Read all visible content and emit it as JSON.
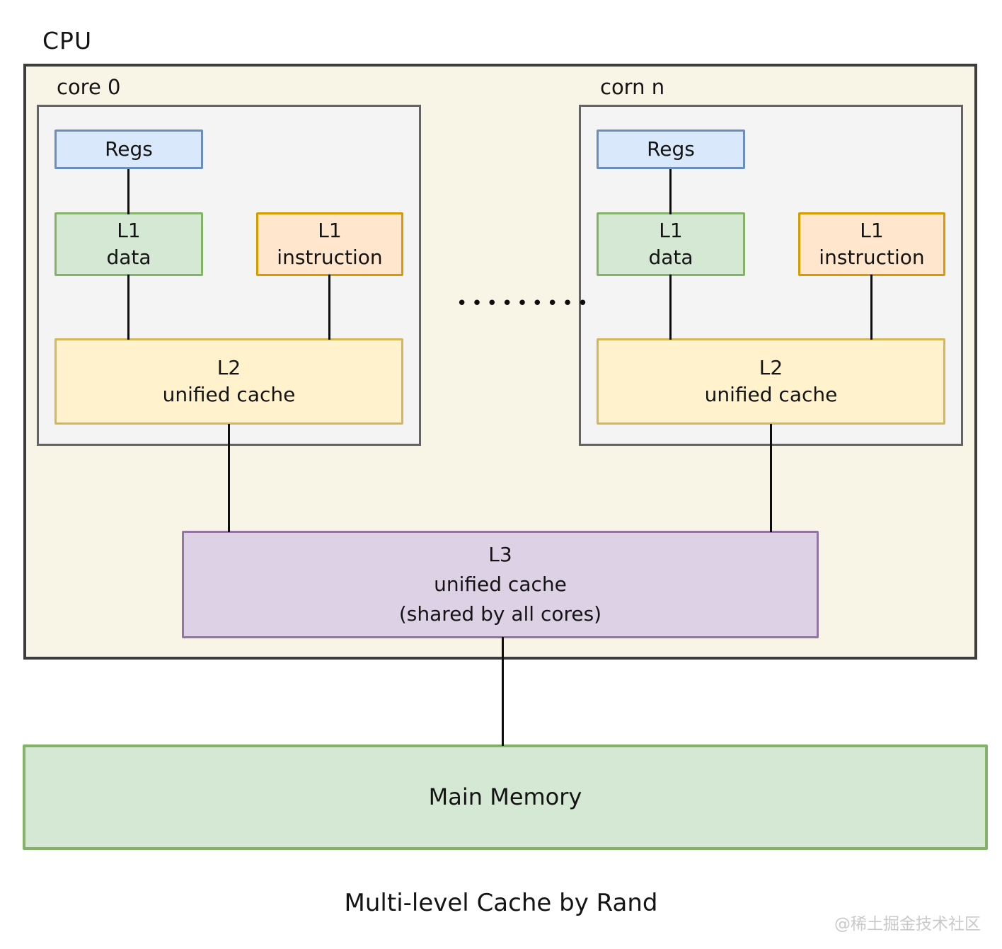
{
  "cpu_label": "CPU",
  "cores": [
    {
      "label": "core 0",
      "regs_label": "Regs",
      "l1_data": [
        "L1",
        "data"
      ],
      "l1_instruction": [
        "L1",
        "instruction"
      ],
      "l2": [
        "L2",
        "unified cache"
      ]
    },
    {
      "label": "corn n",
      "regs_label": "Regs",
      "l1_data": [
        "L1",
        "data"
      ],
      "l1_instruction": [
        "L1",
        "instruction"
      ],
      "l2": [
        "L2",
        "unified cache"
      ]
    }
  ],
  "separator_dots": "•••••••••",
  "l3": [
    "L3",
    "unified cache",
    "(shared by all cores)"
  ],
  "main_memory_label": "Main Memory",
  "caption": "Multi-level Cache by Rand",
  "watermark": "@稀土掘金技术社区",
  "colors": {
    "cpu_fill": "#f8f5e6",
    "cpu_border": "#3d3d3d",
    "core_fill": "#f4f4f5",
    "core_border": "#646464",
    "regs_fill": "#dae8fc",
    "regs_border": "#6c8ebf",
    "green_fill": "#d5e8d4",
    "green_border": "#82b366",
    "orange_fill": "#ffe6cc",
    "orange_border": "#d79b00",
    "yellow_fill": "#fff2cc",
    "yellow_border": "#d6b656",
    "purple_fill": "#ddd1e5",
    "purple_border": "#9474a4",
    "line": "#0d0d0d"
  }
}
